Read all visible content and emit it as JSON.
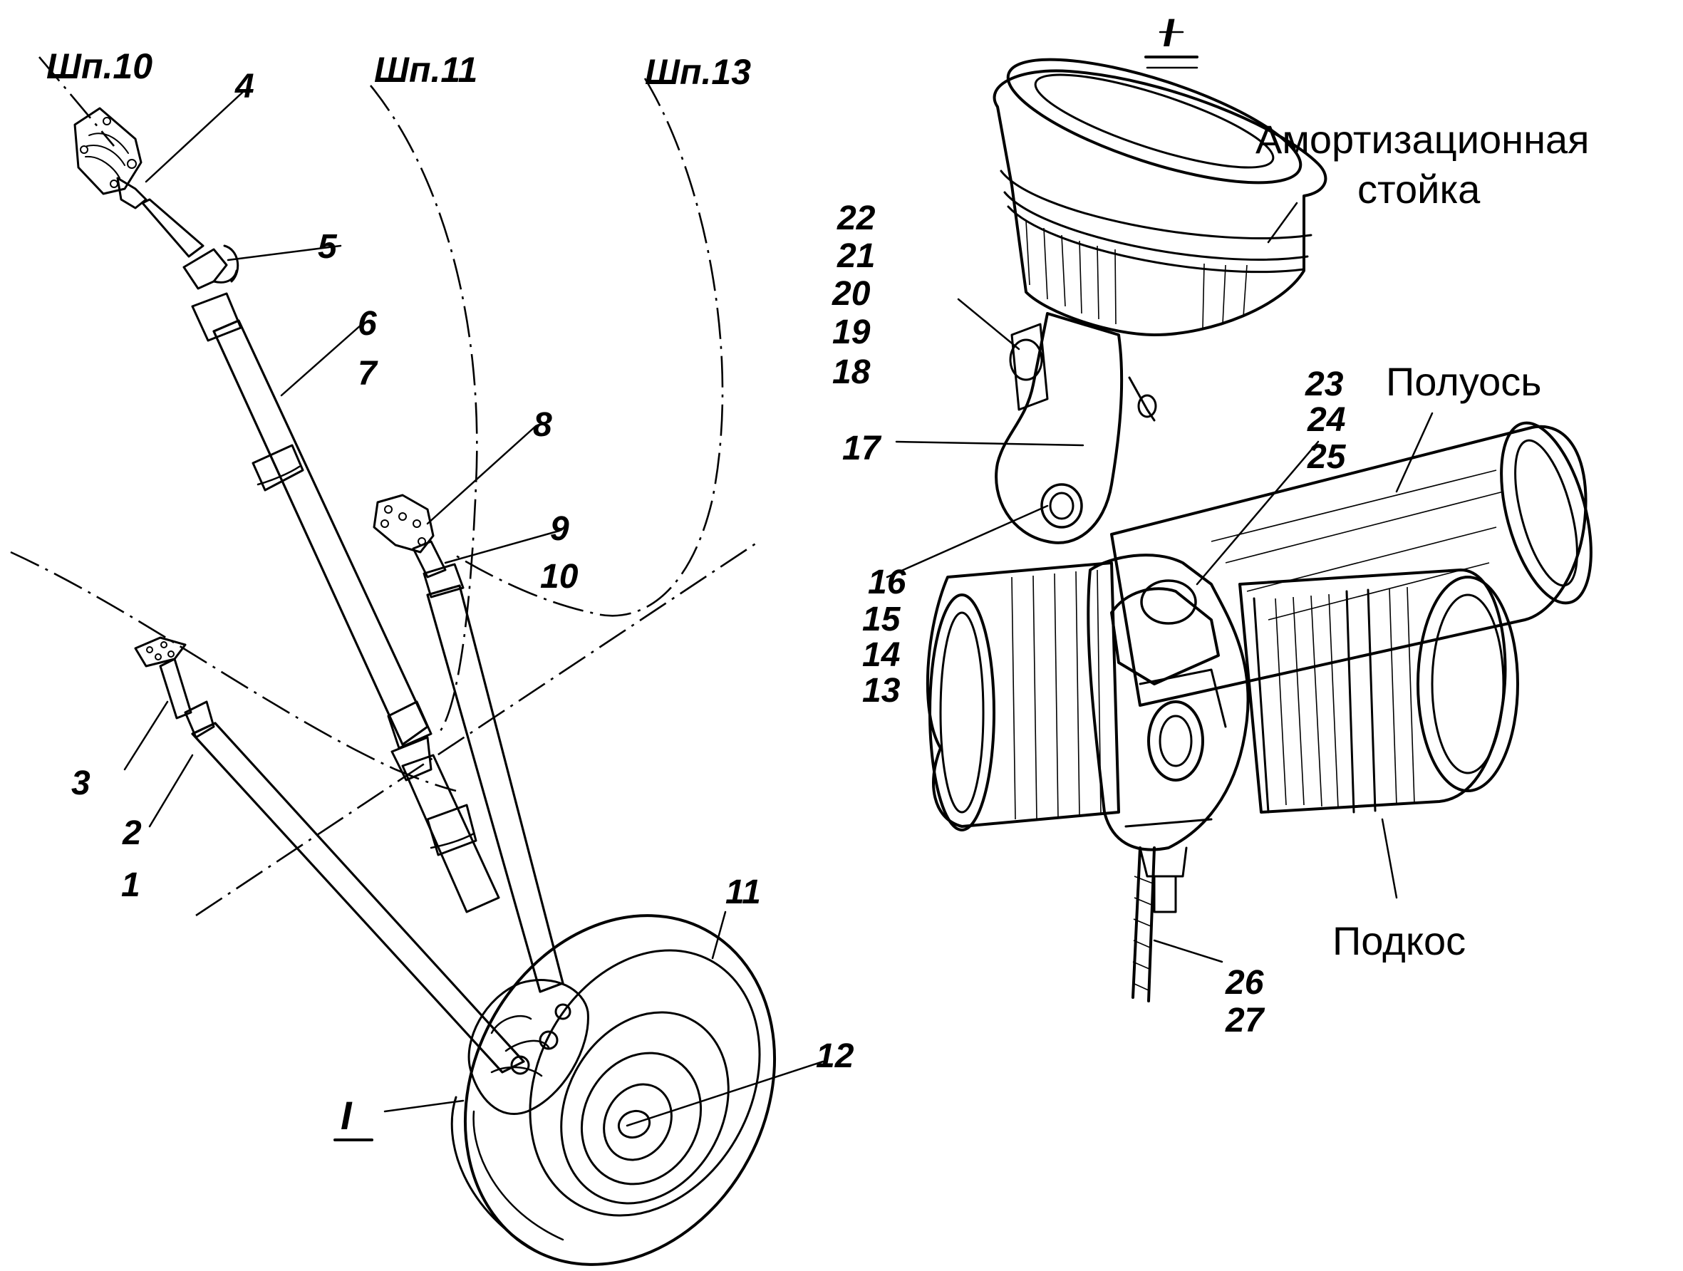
{
  "frames": [
    "Шп.10",
    "Шп.11",
    "Шп.13"
  ],
  "detail_mark": "I",
  "numbers": [
    "1",
    "2",
    "3",
    "4",
    "5",
    "6",
    "7",
    "8",
    "9",
    "10",
    "11",
    "12",
    "13",
    "14",
    "15",
    "16",
    "17",
    "18",
    "19",
    "20",
    "21",
    "22",
    "23",
    "24",
    "25",
    "26",
    "27"
  ],
  "words": {
    "strut_line1": "Амортизационная",
    "strut_line2": "стойка",
    "half_axle": "Полуось",
    "brace": "Подкос"
  }
}
